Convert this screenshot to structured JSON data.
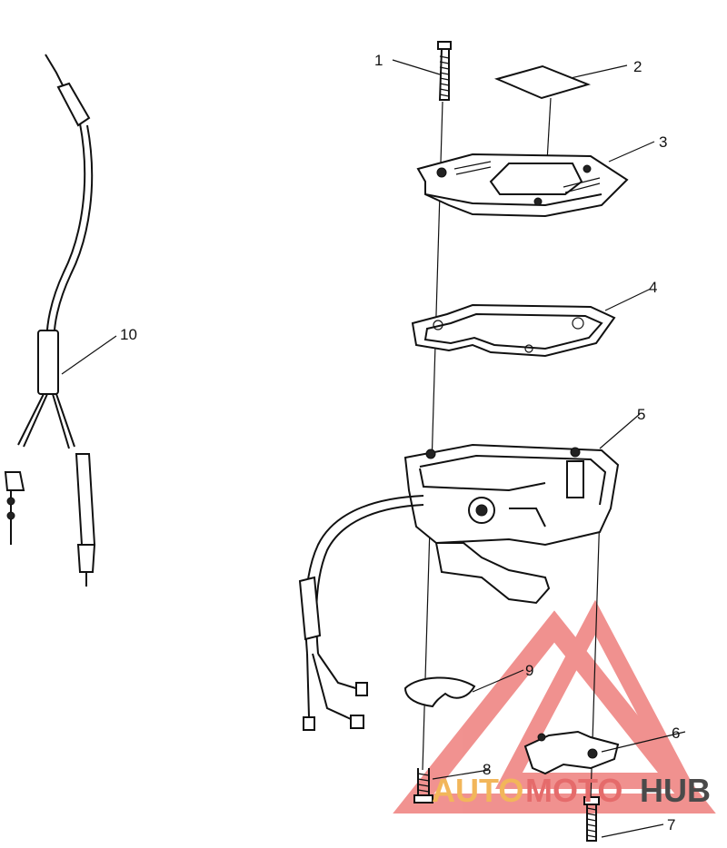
{
  "diagram": {
    "callouts": [
      "1",
      "2",
      "3",
      "4",
      "5",
      "6",
      "7",
      "8",
      "9",
      "10"
    ]
  },
  "watermark": {
    "part1": "AUTO",
    "part2": "MOTO",
    "part3": "HUB",
    "colors": {
      "auto": "#f2b65a",
      "moto": "#e56b6b",
      "hub": "#4a4a4a",
      "triangle": "#e53935"
    }
  }
}
